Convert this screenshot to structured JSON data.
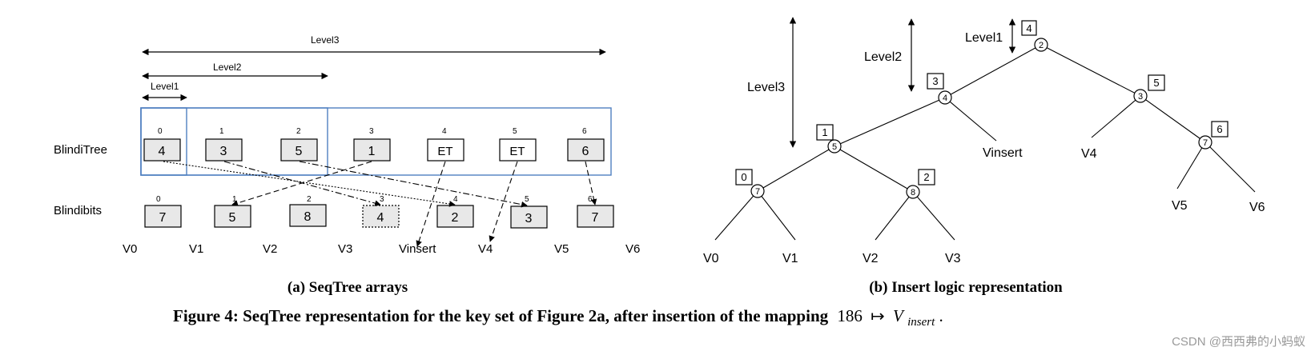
{
  "panel_a": {
    "levels": [
      "Level1",
      "Level2",
      "Level3"
    ],
    "row_labels": {
      "top": "BlindiTree",
      "bottom": "Blindibits"
    },
    "top_indices": [
      "0",
      "1",
      "2",
      "3",
      "4",
      "5",
      "6"
    ],
    "top_values": [
      "4",
      "3",
      "5",
      "1",
      "ET",
      "ET",
      "6"
    ],
    "bottom_indices": [
      "0",
      "1",
      "2",
      "3",
      "4",
      "5",
      "6"
    ],
    "bottom_values": [
      "7",
      "5",
      "8",
      "4",
      "2",
      "3",
      "7"
    ],
    "vlabels": [
      "V0",
      "V1",
      "V2",
      "V3",
      "Vinsert",
      "V4",
      "V5",
      "V6"
    ],
    "caption": "(a) SeqTree arrays"
  },
  "panel_b": {
    "levels": [
      "Level1",
      "Level2",
      "Level3"
    ],
    "nodes": [
      {
        "id": "n2",
        "label": "2",
        "tag": "4"
      },
      {
        "id": "n4",
        "label": "4",
        "tag": "3"
      },
      {
        "id": "n3",
        "label": "3",
        "tag": "5"
      },
      {
        "id": "n5",
        "label": "5",
        "tag": "1"
      },
      {
        "id": "n7a",
        "label": "7",
        "tag": "0"
      },
      {
        "id": "n8",
        "label": "8",
        "tag": "2"
      },
      {
        "id": "n7b",
        "label": "7",
        "tag": "6"
      }
    ],
    "leaves": [
      "V0",
      "V1",
      "V2",
      "V3",
      "Vinsert",
      "V4",
      "V5",
      "V6"
    ],
    "caption": "(b) Insert logic representation"
  },
  "figure_caption": {
    "text": "Figure 4: SeqTree representation for the key set of Figure 2a, after insertion of the mapping",
    "math_num": "186",
    "math_arrow": "↦",
    "math_var": "V",
    "math_sub": "insert",
    "math_end": "."
  },
  "watermark": "CSDN @西西弗的小蚂蚁"
}
